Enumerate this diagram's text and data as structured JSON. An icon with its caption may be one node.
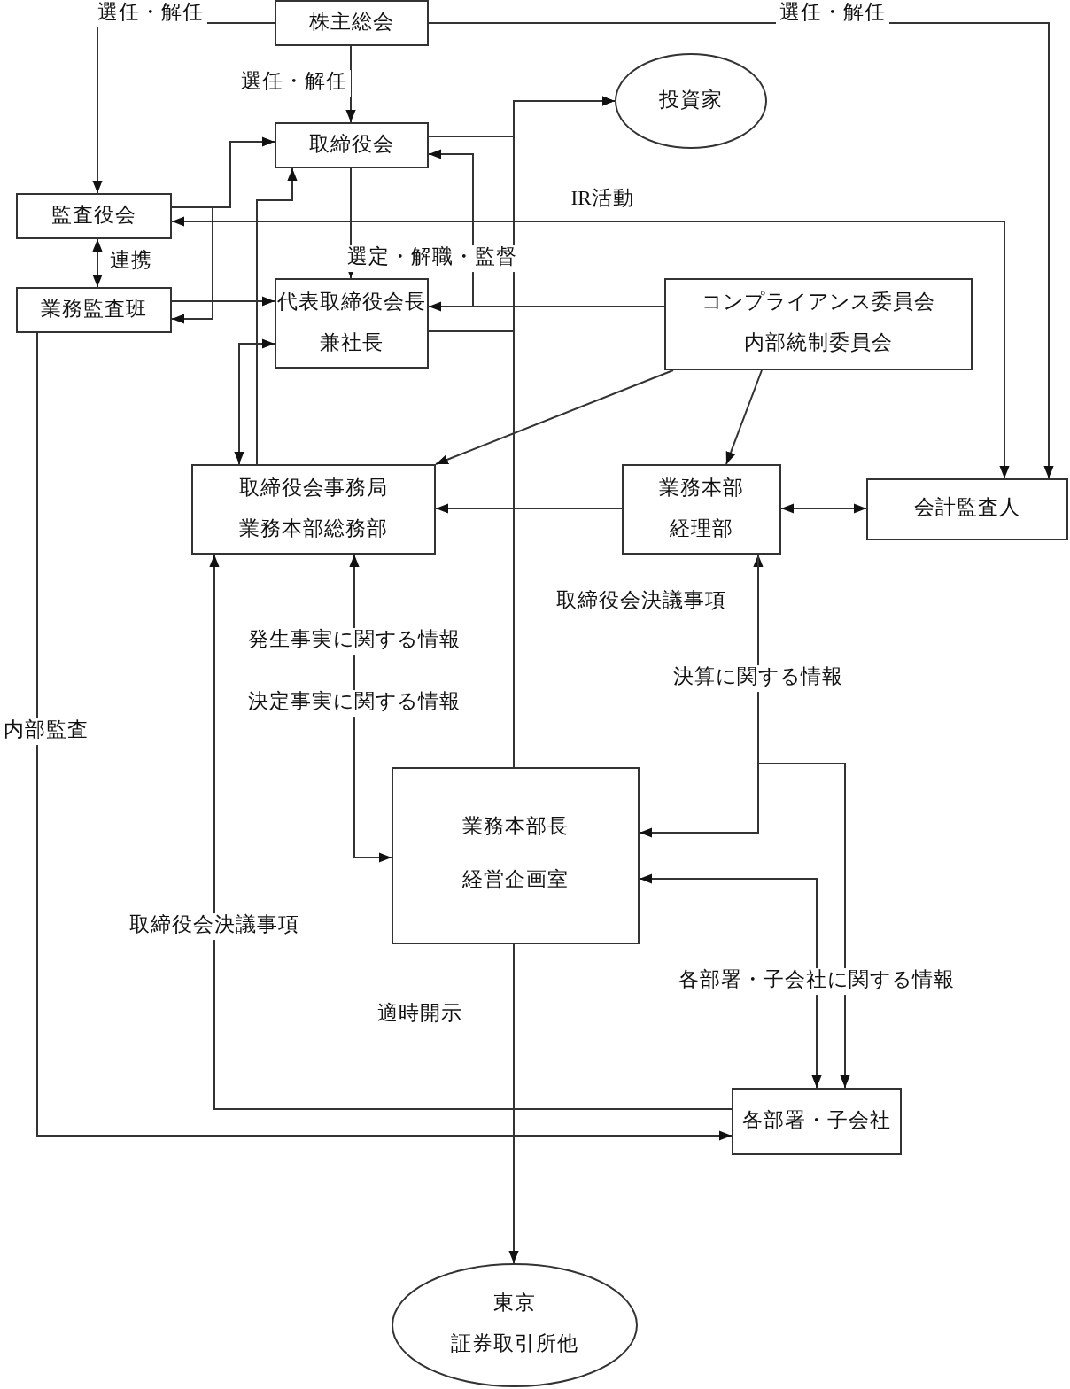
{
  "diagram": {
    "nodes": [
      {
        "text": [
          "株主総会"
        ]
      },
      {
        "text": [
          "投資家"
        ]
      },
      {
        "text": [
          "取締役会"
        ]
      },
      {
        "text": [
          "監査役会"
        ]
      },
      {
        "text": [
          "業務監査班"
        ]
      },
      {
        "text": [
          "代表取締役会長",
          "兼社長"
        ]
      },
      {
        "text": [
          "コンプライアンス委員会",
          "内部統制委員会"
        ]
      },
      {
        "text": [
          "取締役会事務局",
          "業務本部総務部"
        ]
      },
      {
        "text": [
          "業務本部",
          "経理部"
        ]
      },
      {
        "text": [
          "会計監査人"
        ]
      },
      {
        "text": [
          "業務本部長",
          "経営企画室"
        ]
      },
      {
        "text": [
          "各部署・子会社"
        ]
      },
      {
        "text": [
          "東京",
          "証券取引所他"
        ]
      }
    ],
    "edges": [
      {
        "from": 0,
        "to": 3,
        "arrow": "to",
        "label": "選任・解任"
      },
      {
        "from": 0,
        "to": 2,
        "arrow": "to",
        "label": "選任・解任"
      },
      {
        "from": 0,
        "to": 9,
        "arrow": "to",
        "label": "選任・解任"
      },
      {
        "from": 3,
        "to": 4,
        "arrow": "both",
        "label": "連携"
      },
      {
        "from": 2,
        "to": 5,
        "arrow": "to",
        "label": "選定・解職・監督"
      },
      {
        "from": 6,
        "to": 5,
        "arrow": "to"
      },
      {
        "from": 6,
        "to": 2,
        "arrow": "to"
      },
      {
        "from": 2,
        "to": 1,
        "arrow": "to"
      },
      {
        "from": 5,
        "to": 1,
        "arrow": "to"
      },
      {
        "from": 2,
        "to": 10,
        "arrow": "none"
      },
      {
        "from": 3,
        "to": 9,
        "arrow": "both"
      },
      {
        "from": 3,
        "to": 2,
        "arrow": "to"
      },
      {
        "from": 3,
        "to": 4,
        "arrow": "to"
      },
      {
        "from": 4,
        "to": 5,
        "arrow": "to"
      },
      {
        "from": 7,
        "to": 5,
        "arrow": "both"
      },
      {
        "from": 7,
        "to": 2,
        "arrow": "to"
      },
      {
        "from": 6,
        "to": 7,
        "arrow": "to"
      },
      {
        "from": 6,
        "to": 8,
        "arrow": "to"
      },
      {
        "from": 8,
        "to": 7,
        "arrow": "to"
      },
      {
        "from": 8,
        "to": 9,
        "arrow": "both"
      },
      {
        "from": 7,
        "to": 10,
        "arrow": "both"
      },
      {
        "from": 8,
        "to": 10,
        "arrow": "both",
        "label": "決算に関する情報"
      },
      {
        "from": 8,
        "to": 11,
        "arrow": "to"
      },
      {
        "from": 10,
        "to": 11,
        "arrow": "both",
        "label": "各部署・子会社に関する情報"
      },
      {
        "from": 11,
        "to": 7,
        "arrow": "to",
        "label": "取締役会決議事項"
      },
      {
        "from": 4,
        "to": 11,
        "arrow": "to",
        "label": "内部監査"
      },
      {
        "from": 10,
        "to": 12,
        "arrow": "to",
        "label": "適時開示"
      }
    ],
    "labels": [
      "IR活動",
      "取締役会決議事項",
      "発生事実に関する情報",
      "決定事実に関する情報"
    ]
  }
}
